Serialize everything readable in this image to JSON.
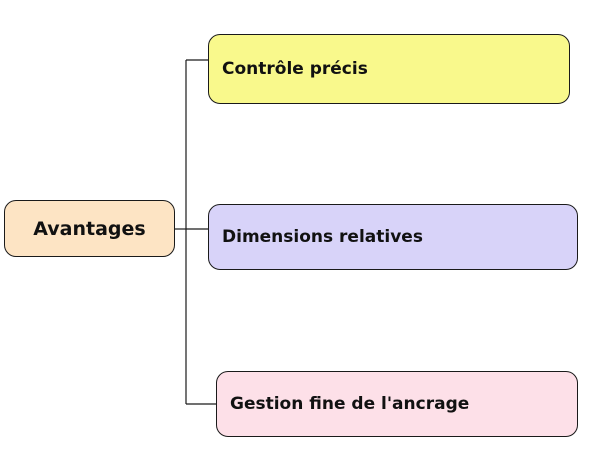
{
  "diagram": {
    "root": {
      "label": "Avantages",
      "fill": "#fde4c4"
    },
    "children": [
      {
        "label": "Contrôle précis",
        "fill": "#f9f98c"
      },
      {
        "label": "Dimensions relatives",
        "fill": "#d8d3f9"
      },
      {
        "label": "Gestion fine de l'ancrage",
        "fill": "#fde0e8"
      }
    ],
    "line_color": "#1a1a1a"
  }
}
